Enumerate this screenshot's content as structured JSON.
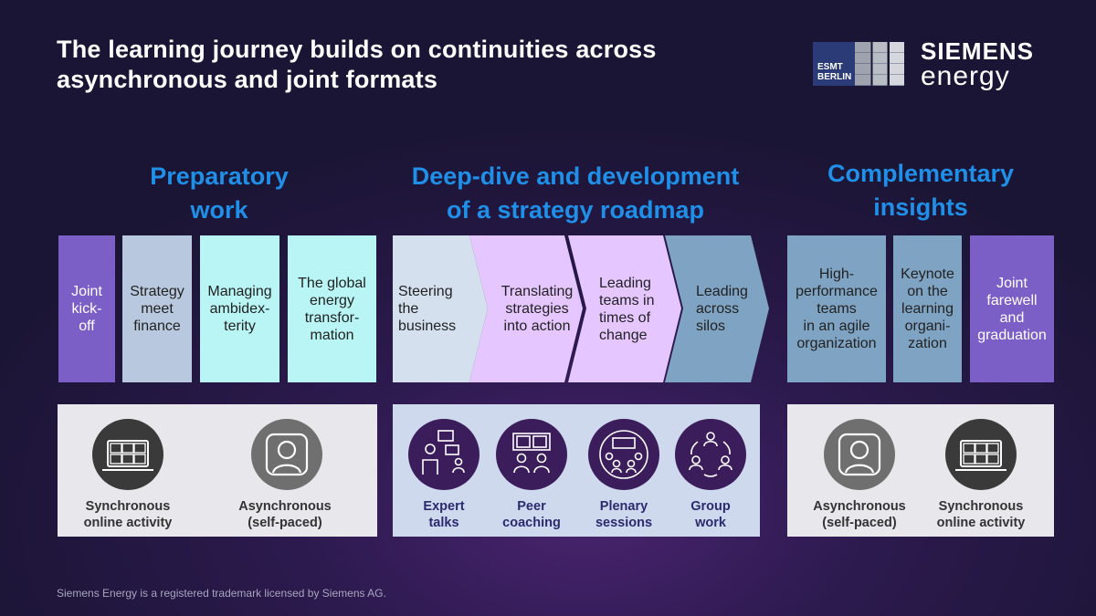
{
  "title": "The learning journey builds on continuities across asynchronous and joint formats",
  "logos": {
    "esmt": "ESMT BERLIN",
    "esmt_l1": "ESMT",
    "esmt_l2": "BERLIN",
    "siemens_l1": "SIEMENS",
    "siemens_l2": "energy"
  },
  "sections": {
    "preparatory": {
      "title_l1": "Preparatory",
      "title_l2": "work"
    },
    "deepdive": {
      "title_l1": "Deep-dive and development",
      "title_l2": "of a strategy roadmap"
    },
    "complementary": {
      "title_l1": "Complementary",
      "title_l2": "insights"
    }
  },
  "modules": {
    "joint_kickoff": {
      "l1": "Joint",
      "l2": "kick-",
      "l3": "off"
    },
    "strategy_finance": {
      "l1": "Strategy",
      "l2": "meet",
      "l3": "finance"
    },
    "ambidexterity": {
      "l1": "Managing",
      "l2": "ambidex-",
      "l3": "terity"
    },
    "global_energy": {
      "l1": "The global",
      "l2": "energy",
      "l3": "transfor-",
      "l4": "mation"
    },
    "steering": {
      "l1": "Steering",
      "l2": "the",
      "l3": "business"
    },
    "translating": {
      "l1": "Translating",
      "l2": "strategies",
      "l3": "into action"
    },
    "leading_change": {
      "l1": "Leading",
      "l2": "teams in",
      "l3": "times of",
      "l4": "change"
    },
    "leading_silos": {
      "l1": "Leading",
      "l2": "across",
      "l3": "silos"
    },
    "high_performance": {
      "l1": "High-",
      "l2": "performance",
      "l3": "teams",
      "l4": "in an agile",
      "l5": "organization"
    },
    "keynote": {
      "l1": "Keynote",
      "l2": "on the",
      "l3": "learning",
      "l4": "organi-",
      "l5": "zation"
    },
    "farewell": {
      "l1": "Joint",
      "l2": "farewell",
      "l3": "and",
      "l4": "graduation"
    }
  },
  "formats": {
    "sync_left": {
      "l1": "Synchronous",
      "l2": "online activity"
    },
    "async_left": {
      "l1": "Asynchronous",
      "l2": "(self-paced)"
    },
    "expert": {
      "l1": "Expert",
      "l2": "talks"
    },
    "peer": {
      "l1": "Peer",
      "l2": "coaching"
    },
    "plenary": {
      "l1": "Plenary",
      "l2": "sessions"
    },
    "group": {
      "l1": "Group",
      "l2": "work"
    },
    "async_right": {
      "l1": "Asynchronous",
      "l2": "(self-paced)"
    },
    "sync_right": {
      "l1": "Synchronous",
      "l2": "online activity"
    }
  },
  "colors": {
    "purple": "#7b5fc7",
    "slate": "#b8c8df",
    "cyan": "#b9f5f5",
    "lavender": "#e6c6ff",
    "steel": "#7fa3c2",
    "heading": "#1f8fe8",
    "icon_dark": "#3b1d5c"
  },
  "footer": "Siemens Energy is a registered trademark licensed by Siemens AG."
}
